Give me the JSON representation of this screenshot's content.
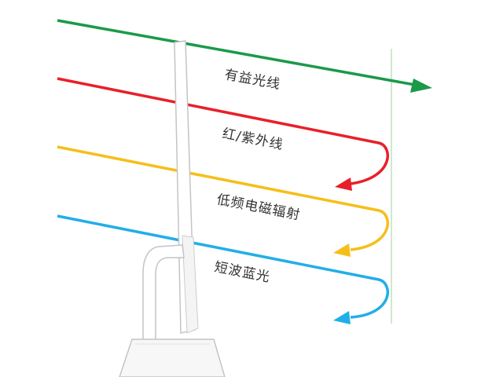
{
  "rays": [
    {
      "label": "有益光线",
      "color": "#1a9a4a",
      "behavior": "passes-through"
    },
    {
      "label": "红/紫外线",
      "color": "#e8202a",
      "behavior": "reflected"
    },
    {
      "label": "低频电磁辐射",
      "color": "#f5bf1b",
      "behavior": "reflected"
    },
    {
      "label": "短波蓝光",
      "color": "#22aee8",
      "behavior": "reflected"
    }
  ],
  "colors": {
    "background": "#ffffff",
    "monitor_fill": "#ffffff",
    "monitor_outline": "#c4c4c4",
    "filter_layer": "#cfe8cf"
  },
  "icons": {
    "monitor": "monitor-side-view-icon",
    "arrow": "arrowhead-icon"
  }
}
